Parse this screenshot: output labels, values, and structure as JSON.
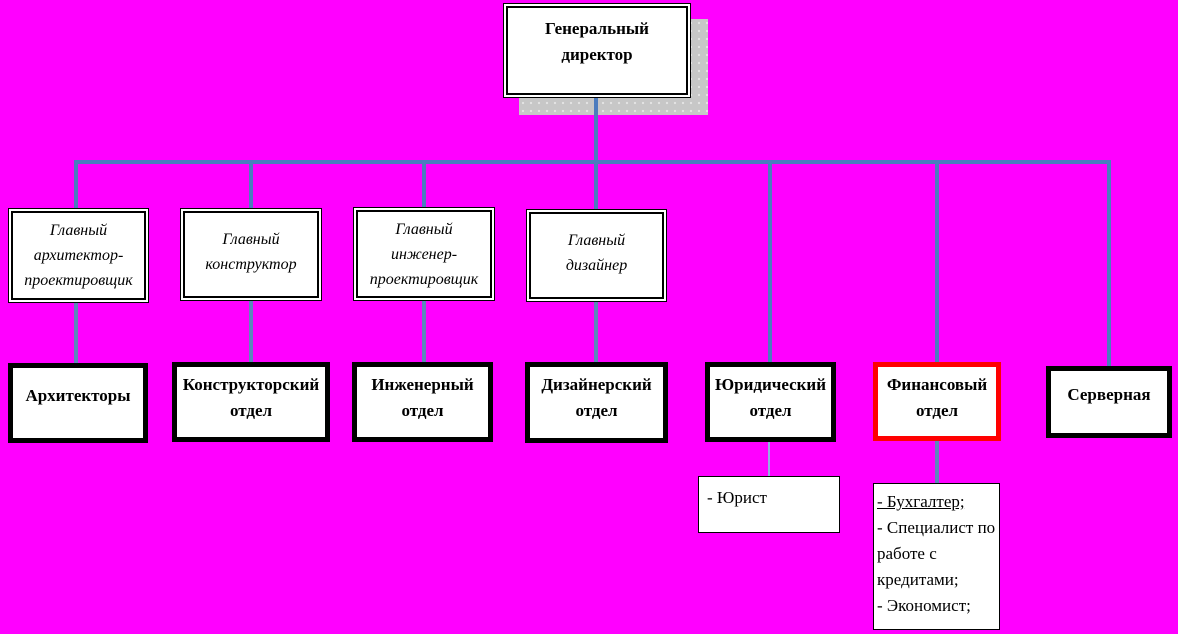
{
  "background": "#ff00ff",
  "colors": {
    "tree_line": "#4c7cbe",
    "connector_line": "#5d87bb",
    "thin_connector_line": "#93aee0",
    "box_border": "#000000",
    "highlight_border": "#ff0000",
    "box_fill": "#ffffff",
    "shadow": "#c7c7c7"
  },
  "org": {
    "ceo": {
      "label": "Генеральный директор"
    },
    "managers": [
      {
        "label": "Главный архитектор-проектировщик"
      },
      {
        "label": "Главный конструктор"
      },
      {
        "label": "Главный инженер-проектировщик"
      },
      {
        "label": "Главный дизайнер"
      }
    ],
    "departments": [
      {
        "label": "Архитекторы"
      },
      {
        "label": "Конструкторский отдел"
      },
      {
        "label": "Инженерный отдел"
      },
      {
        "label": "Дизайнерский отдел"
      },
      {
        "label": "Юридический отдел"
      },
      {
        "label": "Финансовый отдел",
        "highlight": "#ff0000"
      },
      {
        "label": "Серверная"
      }
    ],
    "legal_staff": {
      "items": [
        "- Юрист"
      ]
    },
    "finance_staff": {
      "items": [
        "- Бухгалтер;",
        "- Специалист по работе с кредитами;",
        "- Экономист;"
      ]
    }
  }
}
